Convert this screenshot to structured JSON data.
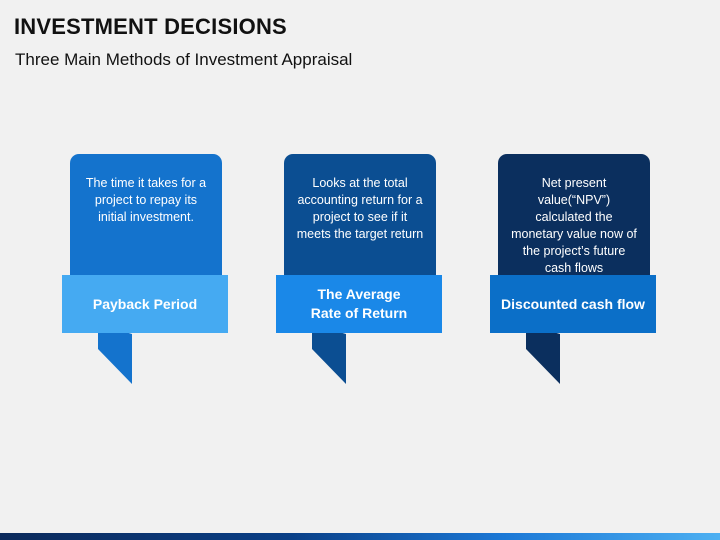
{
  "header": {
    "title": "INVESTMENT DECISIONS",
    "subtitle": "Three Main Methods of Investment Appraisal"
  },
  "cards": [
    {
      "description": "The time it takes for a project to repay its initial investment.",
      "label_line1": "Payback Period",
      "label_line2": "",
      "colors": {
        "body": "#1473cd",
        "ribbon": "#45aaf2",
        "tail": "#1473cd",
        "tail_shade": "#0d4f9a"
      }
    },
    {
      "description": "Looks at the total accounting return for a project to see if it meets the target return",
      "label_line1": "The Average",
      "label_line2": "Rate of Return",
      "colors": {
        "body": "#0b4e92",
        "ribbon": "#1a88e8",
        "tail": "#0b4e92",
        "tail_shade": "#073262"
      }
    },
    {
      "description": "Net present value(“NPV”) calculated the monetary value now of the project’s future cash flows",
      "label_line1": "Discounted cash flow",
      "label_line2": "",
      "colors": {
        "body": "#0b2f5e",
        "ribbon": "#0b6fc8",
        "tail": "#0b2f5e",
        "tail_shade": "#061d3c"
      }
    }
  ]
}
